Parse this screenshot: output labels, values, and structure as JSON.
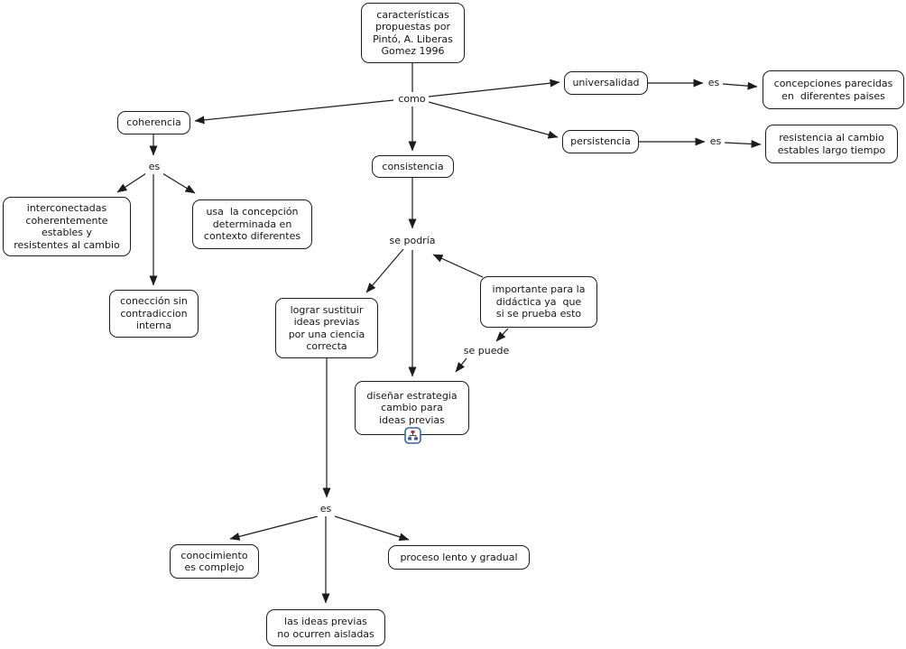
{
  "colors": {
    "background": "#ffffff",
    "node_fill": "#ffffff",
    "node_border": "#1c1c1c",
    "line": "#1c1c1c",
    "text": "#141414",
    "resource_icon_border": "#3465a4",
    "resource_icon_red": "#a33b3b",
    "resource_icon_blue": "#3a56a8"
  },
  "nodes": {
    "caracteristicas": {
      "label": "características\npropuestas por\nPintó, A. Liberas\nGomez 1996"
    },
    "coherencia": {
      "label": "coherencia"
    },
    "universalidad": {
      "label": "universalidad"
    },
    "persistencia": {
      "label": "persistencia"
    },
    "concepciones": {
      "label": "concepciones parecidas\nen  diferentes paises"
    },
    "resistencia": {
      "label": "resistencia al cambio\nestables largo tiempo"
    },
    "consistencia": {
      "label": "consistencia"
    },
    "interconectadas": {
      "label": "interconectadas\ncoherentemente\nestables y\nresistentes al cambio"
    },
    "usa": {
      "label": "usa  la concepción\ndeterminada en\ncontexto diferentes"
    },
    "coneccion": {
      "label": "conección sin\ncontradiccion\ninterna"
    },
    "lograr": {
      "label": "lograr sustituir\nideas previas\npor una ciencia\ncorrecta"
    },
    "importante": {
      "label": "importante para la\ndidáctica ya  que\nsi se prueba esto"
    },
    "disenar": {
      "label": "diseñar estrategia\ncambio para\nideas previas"
    },
    "conocimiento": {
      "label": "conocimiento\nes complejo"
    },
    "proceso": {
      "label": "proceso lento y gradual"
    },
    "ideas_aisladas": {
      "label": "las ideas previas\nno ocurren aisladas"
    }
  },
  "linking_words": {
    "como": "como",
    "es_coherencia": "es",
    "es_universalidad": "es",
    "es_persistencia": "es",
    "se_podria": "se podría",
    "se_puede": "se puede",
    "es_bottom": "es"
  },
  "icons": {
    "resource_link": "cmap-resource-link-icon"
  }
}
